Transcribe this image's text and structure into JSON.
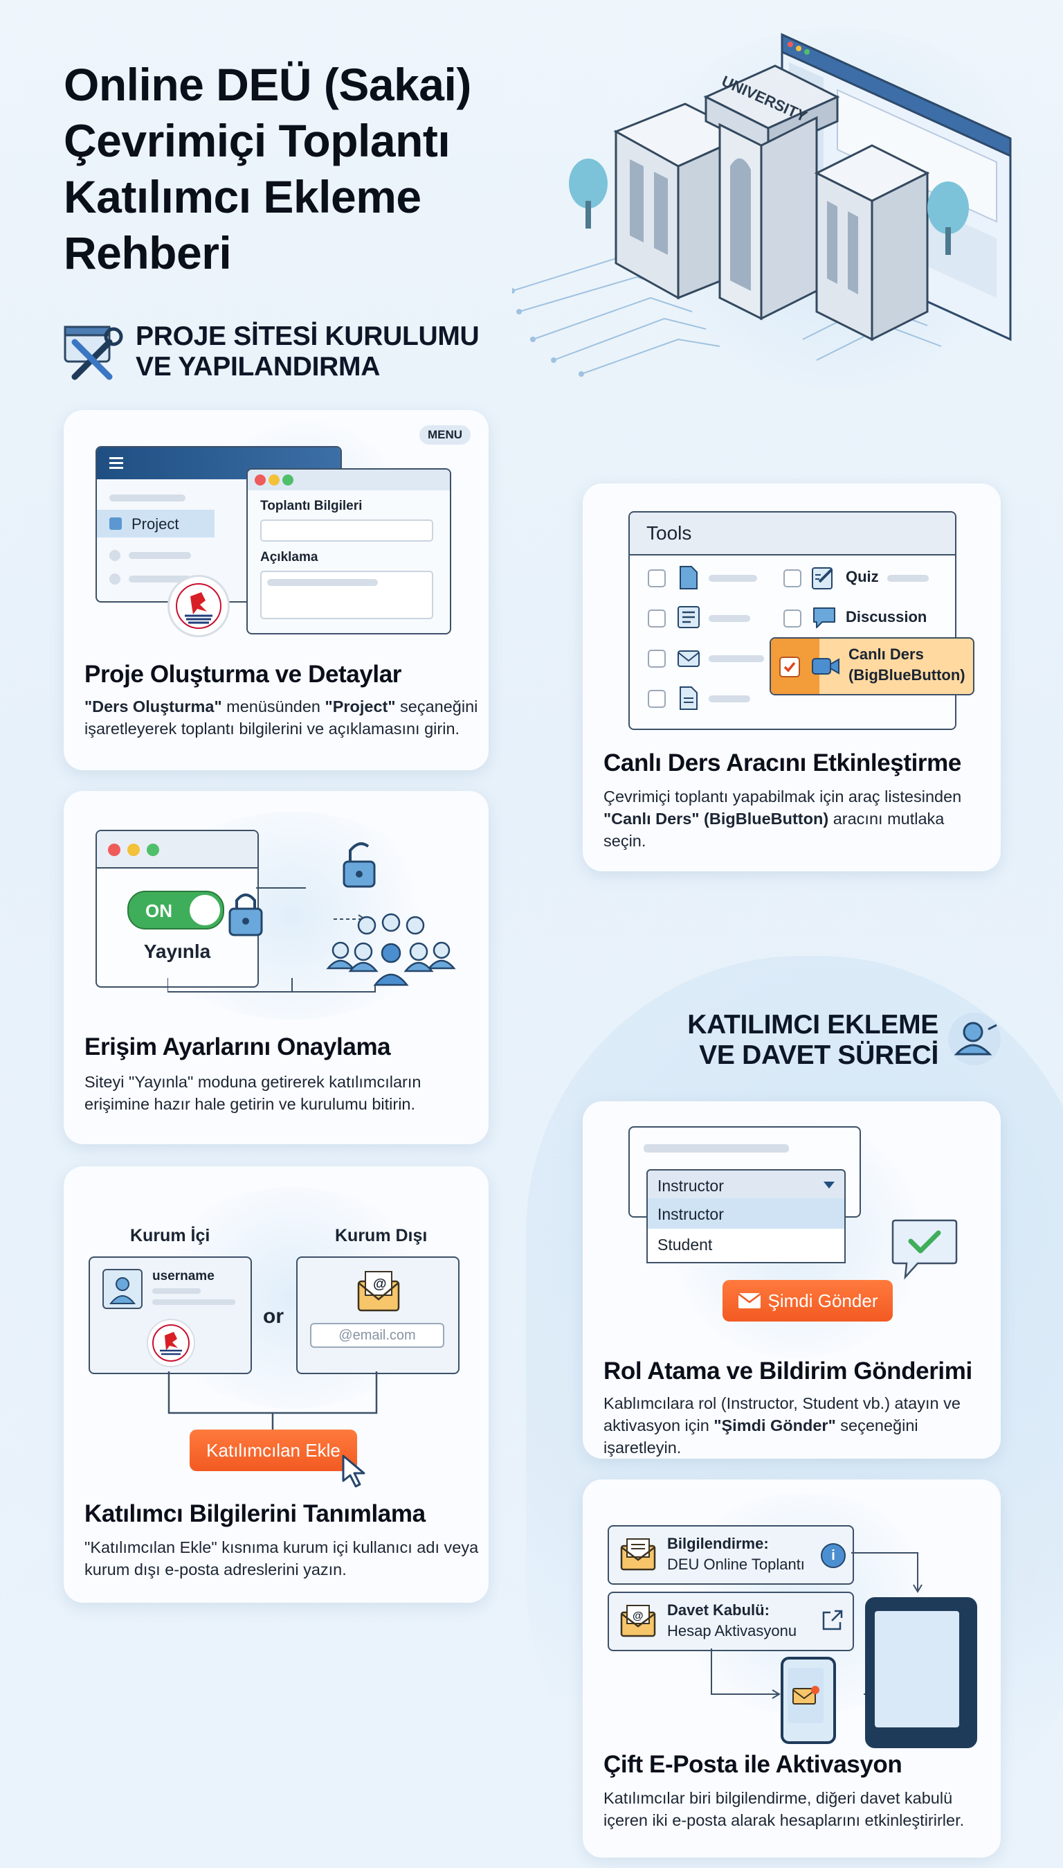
{
  "title_lines": [
    "Online DEÜ (Sakai)",
    "Çevrimiçi Toplantı",
    "Katılımcı Ekleme",
    "Rehberi"
  ],
  "hero": {
    "university_label": "UNIVERSITY"
  },
  "section1": {
    "lines": [
      "PROJE SİTESİ KURULUMU",
      "VE YAPILANDIRMA"
    ]
  },
  "section2": {
    "lines": [
      "KATILIMCI EKLEME",
      "VE DAVET SÜRECİ"
    ]
  },
  "card1": {
    "badge": "MENU",
    "menu_item": "Project",
    "form_title": "Toplantı Bilgileri",
    "form_desc_label": "Açıklama",
    "title": "Proje Oluşturma ve Detaylar",
    "desc": [
      {
        "t": "\"Ders Oluşturma\"",
        "b": true
      },
      {
        "t": " menüsünden ",
        "b": false
      },
      {
        "t": "\"Project\"",
        "b": true
      },
      {
        "t": " seçaneğini işaretleyerek toplantı bilgilerini ve açıklamasını girin.",
        "b": false
      }
    ]
  },
  "card2": {
    "toggle": "ON",
    "publish_label": "Yayınla",
    "title": "Erişim Ayarlarını Onaylama",
    "desc": "Siteyi \"Yayınla\" moduna getirerek katılımcıların erişimine hazır hale getirin ve kurulumu bitirin."
  },
  "card3": {
    "internal_label": "Kurum İçi",
    "external_label": "Kurum Dışı",
    "username": "username",
    "or": "or",
    "email_placeholder": "@email.com",
    "add_button": "Katılımcılan Ekle",
    "title": "Katılımcı Bilgilerini Tanımlama",
    "desc": "\"Katılımcılan Ekle\" kısnıma kurum içi kullanıcı adı veya kurum dışı e-posta adreslerini yazın."
  },
  "card4": {
    "tools_header": "Tools",
    "quiz": "Quiz",
    "discussion": "Discussion",
    "live_line1": "Canlı Ders",
    "live_line2": "(BigBlueButton)",
    "title": "Canlı Ders Aracını Etkinleştirme",
    "desc": [
      {
        "t": "Çevrimiçi toplantı yapabilmak için araç listesinden ",
        "b": false
      },
      {
        "t": "\"Canlı Ders\" (BigBlueButton)",
        "b": true
      },
      {
        "t": " aracını mutlaka seçin.",
        "b": false
      }
    ]
  },
  "card5": {
    "selected_role": "Instructor",
    "options": [
      "Instructor",
      "Student"
    ],
    "send_button": "Şimdi Gönder",
    "title": "Rol Atama ve Bildirim Gönderimi",
    "desc": [
      {
        "t": "Kablımcılara rol (Instructor, Student vb.) atayın ve aktivasyon için ",
        "b": false
      },
      {
        "t": "\"Şimdi Gönder\"",
        "b": true
      },
      {
        "t": " seçeneğini işaretleyin.",
        "b": false
      }
    ]
  },
  "card6": {
    "mail1_title": "Bilgilendirme:",
    "mail1_sub": "DEU Online Toplantı",
    "mail2_title": "Davet Kabulü:",
    "mail2_sub": "Hesap Aktivasyonu",
    "title": "Çift E-Posta ile Aktivasyon",
    "desc": "Katılımcılar biri bilgilendirme, diğeri davet kabulü içeren iki e-posta alarak hesaplarını etkinleştirirler."
  },
  "colors": {
    "accent_orange": "#f56a2e",
    "navy": "#1f4f82",
    "green": "#3fae5a"
  }
}
